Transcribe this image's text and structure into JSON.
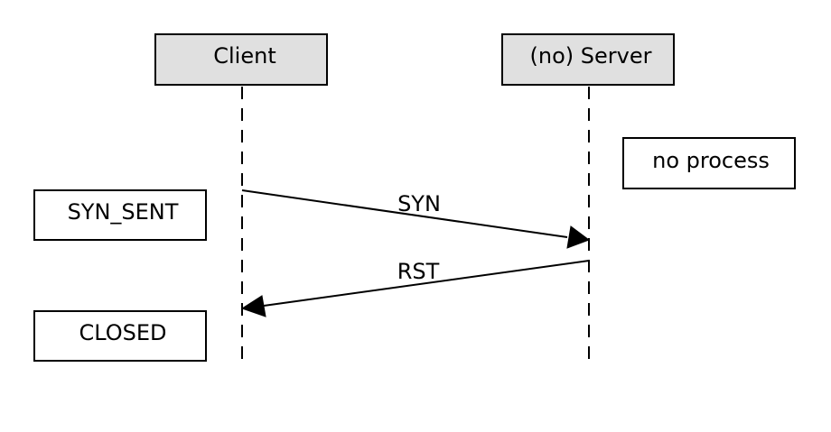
{
  "participants": {
    "client": {
      "label": "Client"
    },
    "server": {
      "label": "(no) Server"
    }
  },
  "states": {
    "client_syn_sent": "SYN_SENT",
    "client_closed": "CLOSED",
    "server_note": "no process"
  },
  "messages": {
    "syn": "SYN",
    "rst": "RST"
  },
  "colors": {
    "participant_fill": "#e0e0e0",
    "state_fill": "#ffffff",
    "line": "#000000"
  }
}
